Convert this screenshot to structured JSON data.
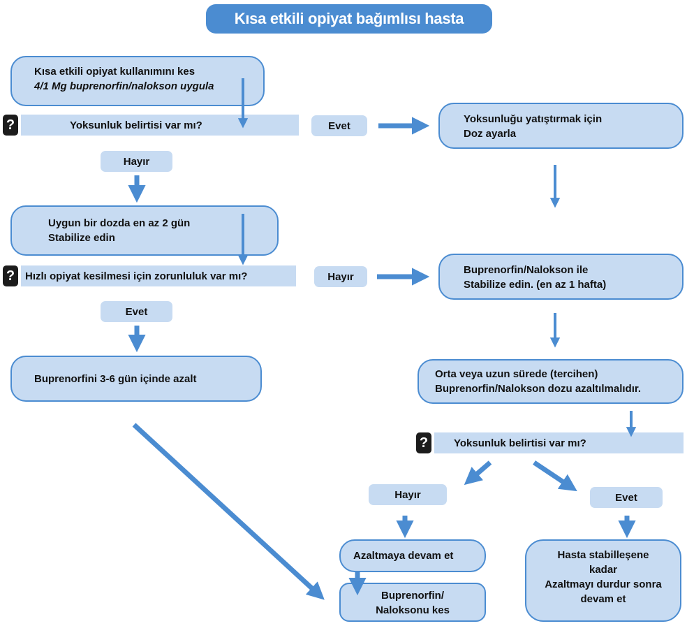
{
  "title": "Kısa etkili opiyat bağımlısı hasta",
  "nodes": {
    "stop_use_line1": "Kısa etkili opiyat kullanımını kes",
    "stop_use_line2": "4/1 Mg buprenorfin/nalokson uygula",
    "q1": "Yoksunluk belirtisi var mı?",
    "q1_yes": "Evet",
    "adjust_line1": "Yoksunluğu yatıştırmak için",
    "adjust_line2": "Doz ayarla",
    "q1_no": "Hayır",
    "stabilize2_line1": "Uygun bir dozda en az 2 gün",
    "stabilize2_line2": "Stabilize edin",
    "q2": "Hızlı opiyat kesilmesi için zorunluluk var mı?",
    "q2_no": "Hayır",
    "stabilize_week_line1": "Buprenorfin/Nalokson ile",
    "stabilize_week_line2": "Stabilize edin. (en az 1 hafta)",
    "q2_yes": "Evet",
    "reduce36": "Buprenorfini 3-6 gün içinde azalt",
    "taper_line1": "Orta veya uzun sürede (tercihen)",
    "taper_line2": "Buprenorfin/Nalokson dozu azaltılmalıdır.",
    "q3": "Yoksunluk belirtisi var mı?",
    "q3_no": "Hayır",
    "q3_yes": "Evet",
    "continue_taper": "Azaltmaya devam et",
    "stop_bup_line1": "Buprenorfin/",
    "stop_bup_line2": "Naloksonu kes",
    "pause_line1": "Hasta stabilleşene",
    "pause_line2": "kadar",
    "pause_line3": "Azaltmayı durdur sonra",
    "pause_line4": "devam et"
  },
  "question_glyph": "?",
  "colors": {
    "accent": "#4b8cd1",
    "box_fill": "#c7dbf2",
    "question_badge": "#1c1c1c"
  }
}
